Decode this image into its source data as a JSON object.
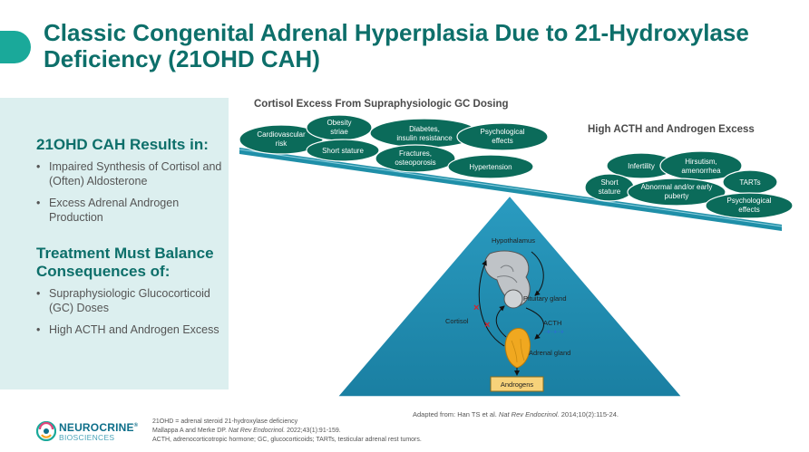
{
  "title": "Classic Congenital Adrenal Hyperplasia Due to 21-Hydroxylase Deficiency (21OHD CAH)",
  "sidebar": {
    "results_heading": "21OHD CAH Results in:",
    "results": [
      "Impaired Synthesis of Cortisol and (Often) Aldosterone",
      "Excess Adrenal Androgen Production"
    ],
    "balance_heading": "Treatment Must Balance Consequences of:",
    "balance": [
      "Supraphysiologic Glucocorticoid (GC) Doses",
      "High ACTH and Androgen Excess"
    ]
  },
  "diagram": {
    "left_heading": "Cortisol Excess From Supraphysiologic GC Dosing",
    "right_heading": "High ACTH and Androgen Excess",
    "left_ovals": [
      [
        "Cardiovascular",
        "risk"
      ],
      [
        "Obesity",
        "striae"
      ],
      [
        "Short stature"
      ],
      [
        "Diabetes,",
        "insulin resistance"
      ],
      [
        "Fractures,",
        "osteoporosis"
      ],
      [
        "Psychological",
        "effects"
      ],
      [
        "Hypertension"
      ]
    ],
    "right_ovals": [
      [
        "Infertility"
      ],
      [
        "Hirsutism,",
        "amenorrhea"
      ],
      [
        "Short",
        "stature"
      ],
      [
        "Abnormal and/or early",
        "puberty"
      ],
      [
        "TARTs"
      ],
      [
        "Psychological",
        "effects"
      ]
    ],
    "labels": {
      "hypothalamus": "Hypothalamus",
      "pituitary": "Pituitary gland",
      "cortisol": "Cortisol",
      "acth": "ACTH",
      "adrenal": "Adrenal gland",
      "androgens": "Androgens"
    },
    "colors": {
      "oval": "#0b6b5a",
      "beam": "#1f8fa8",
      "triangle": "#1e8fb0",
      "inhibit_mark": "#d4232b",
      "acth_arrows": "#2b6fd1",
      "adrenal": "#f0a820"
    }
  },
  "adapted": {
    "prefix": "Adapted from: Han TS et al. ",
    "journal": "Nat Rev Endocrinol.",
    "suffix": " 2014;10(2):115-24."
  },
  "footnotes": {
    "line1": "21OHD = adrenal steroid 21-hydroxylase deficiency",
    "line2_prefix": "Mallappa A and Merke DP. ",
    "line2_journal": "Nat Rev Endocrinol.",
    "line2_suffix": " 2022;43(1):91-159.",
    "line3": "ACTH, adrenocorticotropic hormone; GC, glucocorticoids; TARTs, testicular adrenal rest tumors."
  },
  "logo": {
    "name": "NEUROCRINE",
    "mark": "®",
    "sub": "BIOSCIENCES",
    "colors": [
      "#e0457b",
      "#1aa99a",
      "#0e6f8a",
      "#f5a623"
    ]
  }
}
